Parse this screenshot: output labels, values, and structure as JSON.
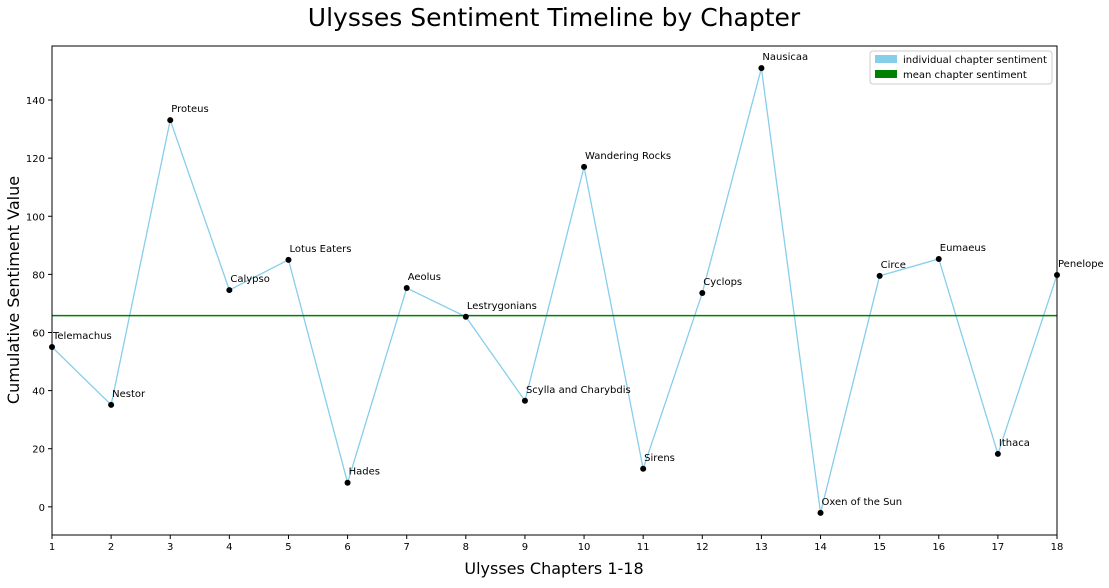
{
  "chart_data": {
    "type": "line",
    "title": "Ulysses Sentiment Timeline by Chapter",
    "xlabel": "Ulysses Chapters 1-18",
    "ylabel": "Cumulative Sentiment Value",
    "xlim": [
      1,
      18
    ],
    "ylim": [
      -9.7,
      158.6
    ],
    "xticks": [
      1,
      2,
      3,
      4,
      5,
      6,
      7,
      8,
      9,
      10,
      11,
      12,
      13,
      14,
      15,
      16,
      17,
      18
    ],
    "yticks": [
      0,
      20,
      40,
      60,
      80,
      100,
      120,
      140
    ],
    "x": [
      1,
      2,
      3,
      4,
      5,
      6,
      7,
      8,
      9,
      10,
      11,
      12,
      13,
      14,
      15,
      16,
      17,
      18
    ],
    "labels": [
      "Telemachus",
      "Nestor",
      "Proteus",
      "Calypso",
      "Lotus Eaters",
      "Hades",
      "Aeolus",
      "Lestrygonians",
      "Scylla and Charybdis",
      "Wandering Rocks",
      "Sirens",
      "Cyclops",
      "Nausicaa",
      "Oxen of the Sun",
      "Circe",
      "Eumaeus",
      "Ithaca",
      "Penelope"
    ],
    "values": [
      55.0,
      35.1,
      133.1,
      74.6,
      85.0,
      8.3,
      75.3,
      65.4,
      36.5,
      117.0,
      13.1,
      73.6,
      151.0,
      -2.1,
      79.5,
      85.3,
      18.2,
      79.8
    ],
    "mean": 65.8,
    "grid": false,
    "legend_position": "top-right",
    "legend": [
      {
        "label": "individual chapter sentiment",
        "color": "#87ceeb"
      },
      {
        "label": "mean chapter sentiment",
        "color": "#008000"
      }
    ],
    "colors": {
      "line": "#87ceeb",
      "mean": "#008000",
      "points": "#000000"
    }
  }
}
